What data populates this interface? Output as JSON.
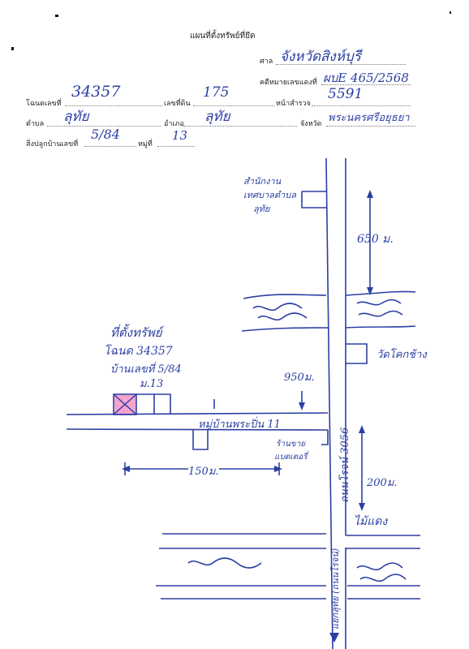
{
  "header": {
    "title": "แผนที่ตั้งทรัพย์ที่ยึด",
    "court_label": "ศาล",
    "court_value": "จังหวัดสิงห์บุรี",
    "case_label": "คดีหมายเลขแดงที่",
    "case_value": "ผบE 465/2568"
  },
  "fields": {
    "deed_label": "โฉนดเลขที่",
    "deed_value": "34357",
    "land_no_label": "เลขที่ดิน",
    "land_no_value": "175",
    "survey_label": "หน้าสำรวจ",
    "survey_value": "5591",
    "subdistrict_label": "ตำบล",
    "subdistrict_value": "ลุทัย",
    "district_label": "อำเภอ",
    "district_value": "ลุทัย",
    "province_label": "จังหวัด",
    "province_value": "พระนครศรีอยุธยา",
    "house_label": "สิ่งปลูกบ้านเลขที่",
    "house_value": "5/84",
    "moo_label": "หมู่ที่",
    "moo_value": "13"
  },
  "map": {
    "office_line1": "สำนักงาน",
    "office_line2": "เทศบาลตำบล",
    "office_line3": "ลุทัย",
    "dist_650": "650 ม.",
    "property_line1": "ที่ตั้งทรัพย์",
    "property_line2": "โฉนด 34357",
    "property_line3": "บ้านเลขที่ 5/84",
    "property_line4": "ม.13",
    "temple": "วัดโคกช้าง",
    "dist_950": "950ม.",
    "village": "หมู่บ้านพระปิ่น 11",
    "road": "ถนนโรจน์ 3056",
    "shop_line1": "ร้านขาย",
    "shop_line2": "แบตเตอรี่",
    "dist_150": "150ม.",
    "dist_200": "200ม.",
    "mai_daeng": "ไม้แดง",
    "junction": "แยกลุทัย (ถนนโรจน์)"
  },
  "colors": {
    "ink": "#2b3fa3",
    "property_fill": "#f5a3cf"
  }
}
